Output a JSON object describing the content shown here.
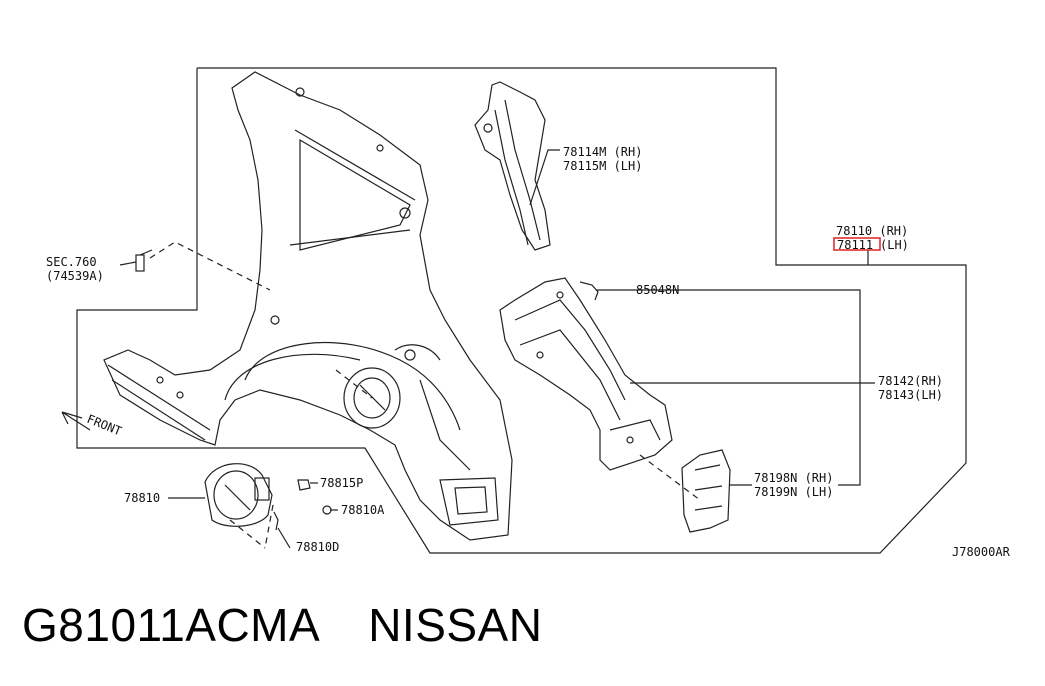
{
  "diagram": {
    "code": "J78000AR",
    "front_label": "FRONT",
    "callouts": {
      "sec760": "SEC.760",
      "p74539a": "(74539A)",
      "p78114m": "78114M (RH)",
      "p78115m": "78115M (LH)",
      "p78110": "78110 (RH)",
      "p78111_num": "78111",
      "p78111_side": "(LH)",
      "p85048n": "85048N",
      "p78142": "78142(RH)",
      "p78143": "78143(LH)",
      "p78198n": "78198N (RH)",
      "p78199n": "78199N (LH)",
      "p78810": "78810",
      "p78815p": "78815P",
      "p78810a": "78810A",
      "p78810d": "78810D"
    },
    "highlight_color": "#e02020"
  },
  "footer": {
    "part_number": "G81011ACMA",
    "brand": "NISSAN"
  }
}
